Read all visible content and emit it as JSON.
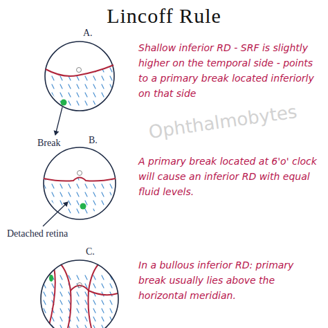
{
  "diagram": {
    "title": "Lincoff Rule",
    "labels": [
      "A.",
      "Shallow inferior RD - SRF is slightly higher on the temporal side - points to a primary break located inferiorly on that side",
      "Break",
      "B.",
      "A primary break located at 6'o' clock will cause an inferior RD with equal fluid levels.",
      "Detached retina",
      "C.",
      "In a bullous inferior RD: primary break usually lies above the horizontal meridian.",
      "Ophthalmobytes"
    ]
  }
}
